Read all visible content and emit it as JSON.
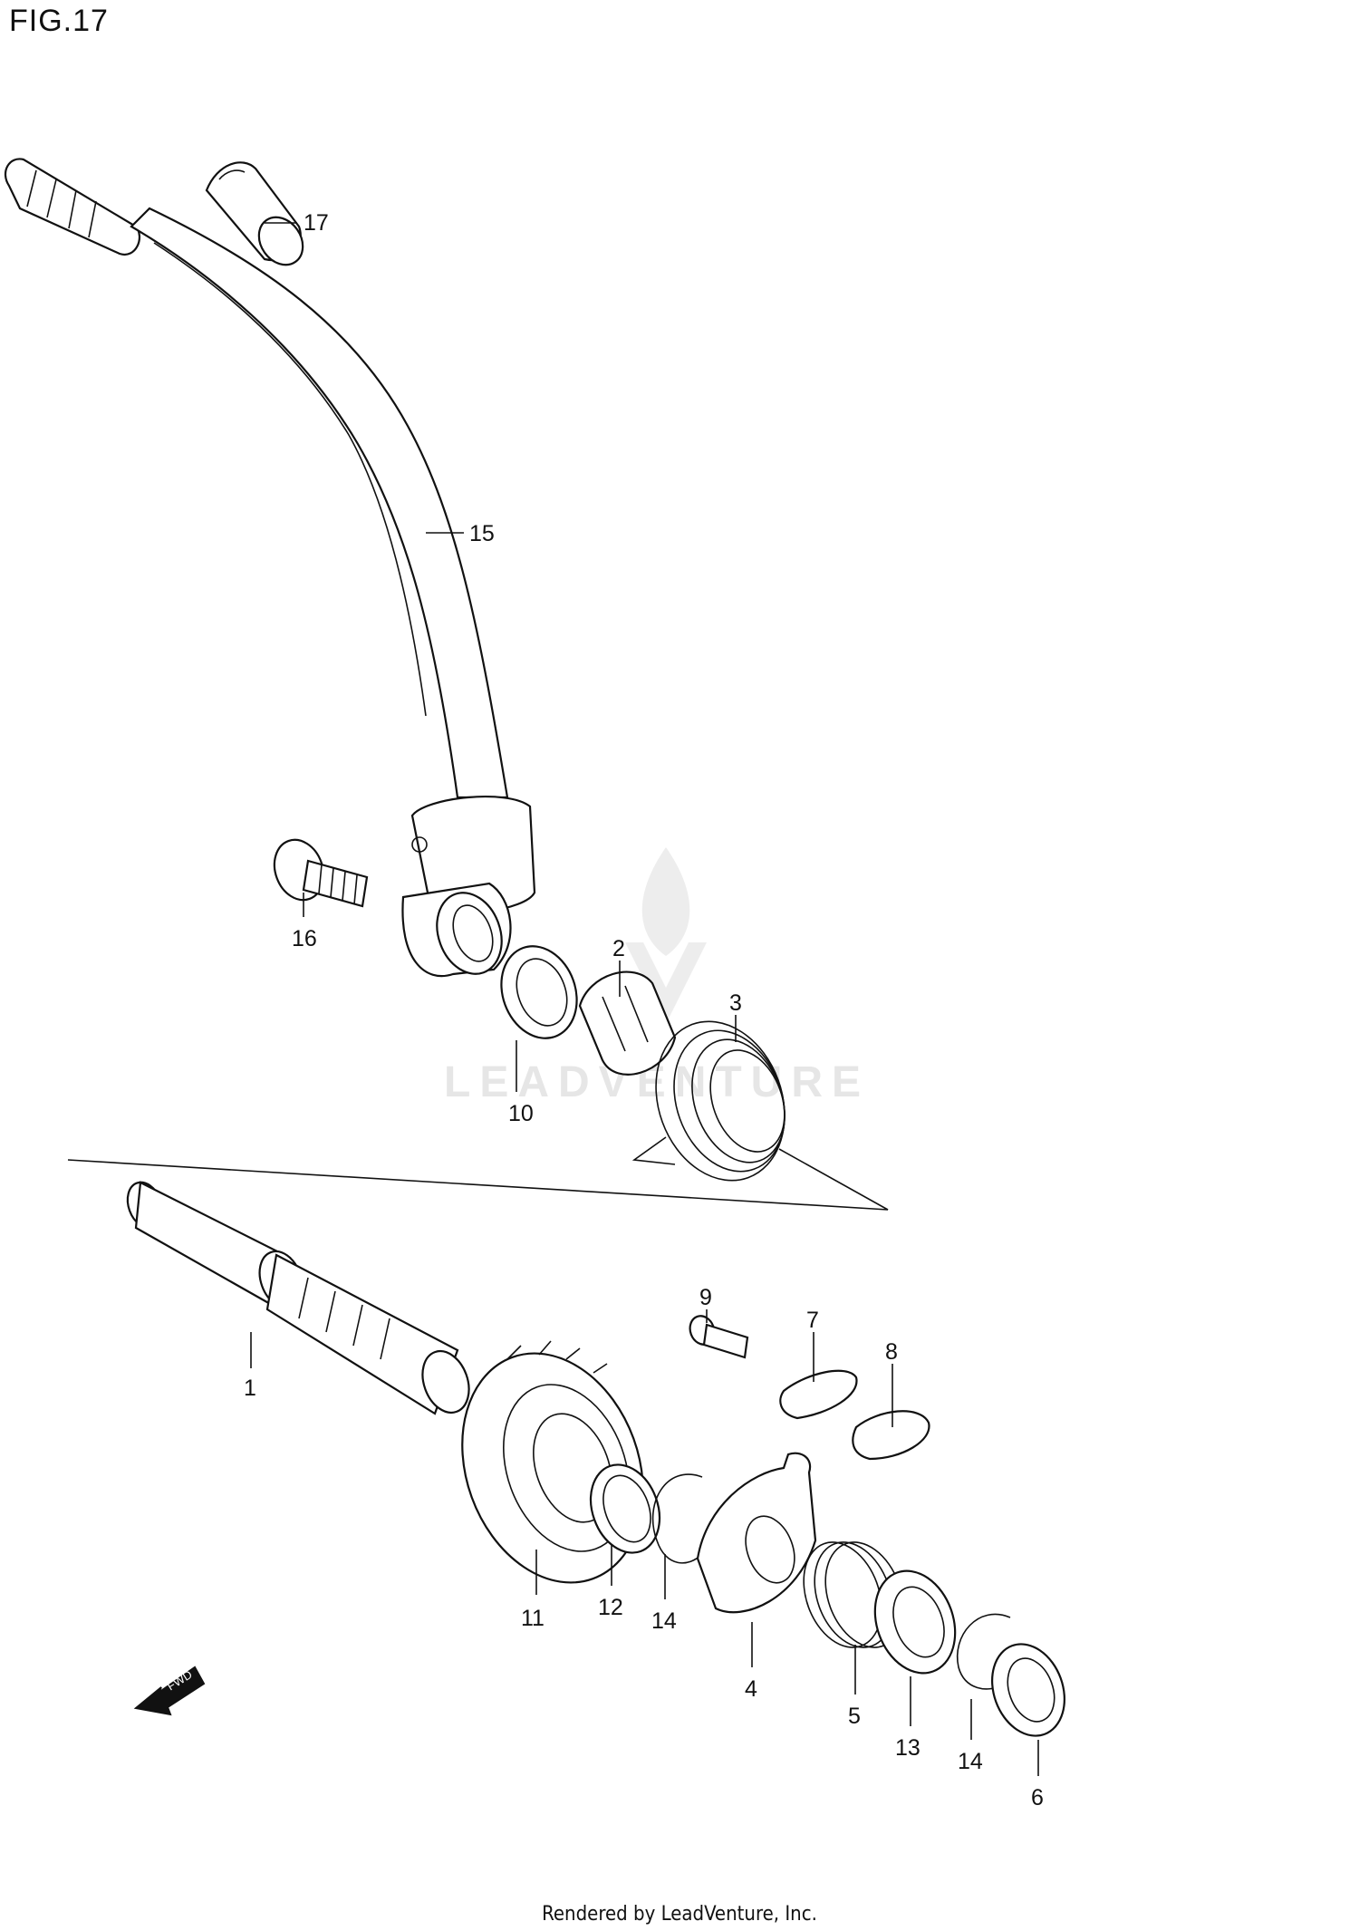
{
  "figure": {
    "title": "FIG.17"
  },
  "watermark": {
    "text": "LEADVENTURE"
  },
  "footer": {
    "text": "Rendered by LeadVenture, Inc."
  },
  "fwd_badge": {
    "text": "FWD"
  },
  "callouts": {
    "p1": "1",
    "p2": "2",
    "p3": "3",
    "p4": "4",
    "p5": "5",
    "p6": "6",
    "p7": "7",
    "p8": "8",
    "p9": "9",
    "p10": "10",
    "p11": "11",
    "p12": "12",
    "p13": "13",
    "p14a": "14",
    "p14b": "14",
    "p15": "15",
    "p16": "16",
    "p17": "17"
  }
}
